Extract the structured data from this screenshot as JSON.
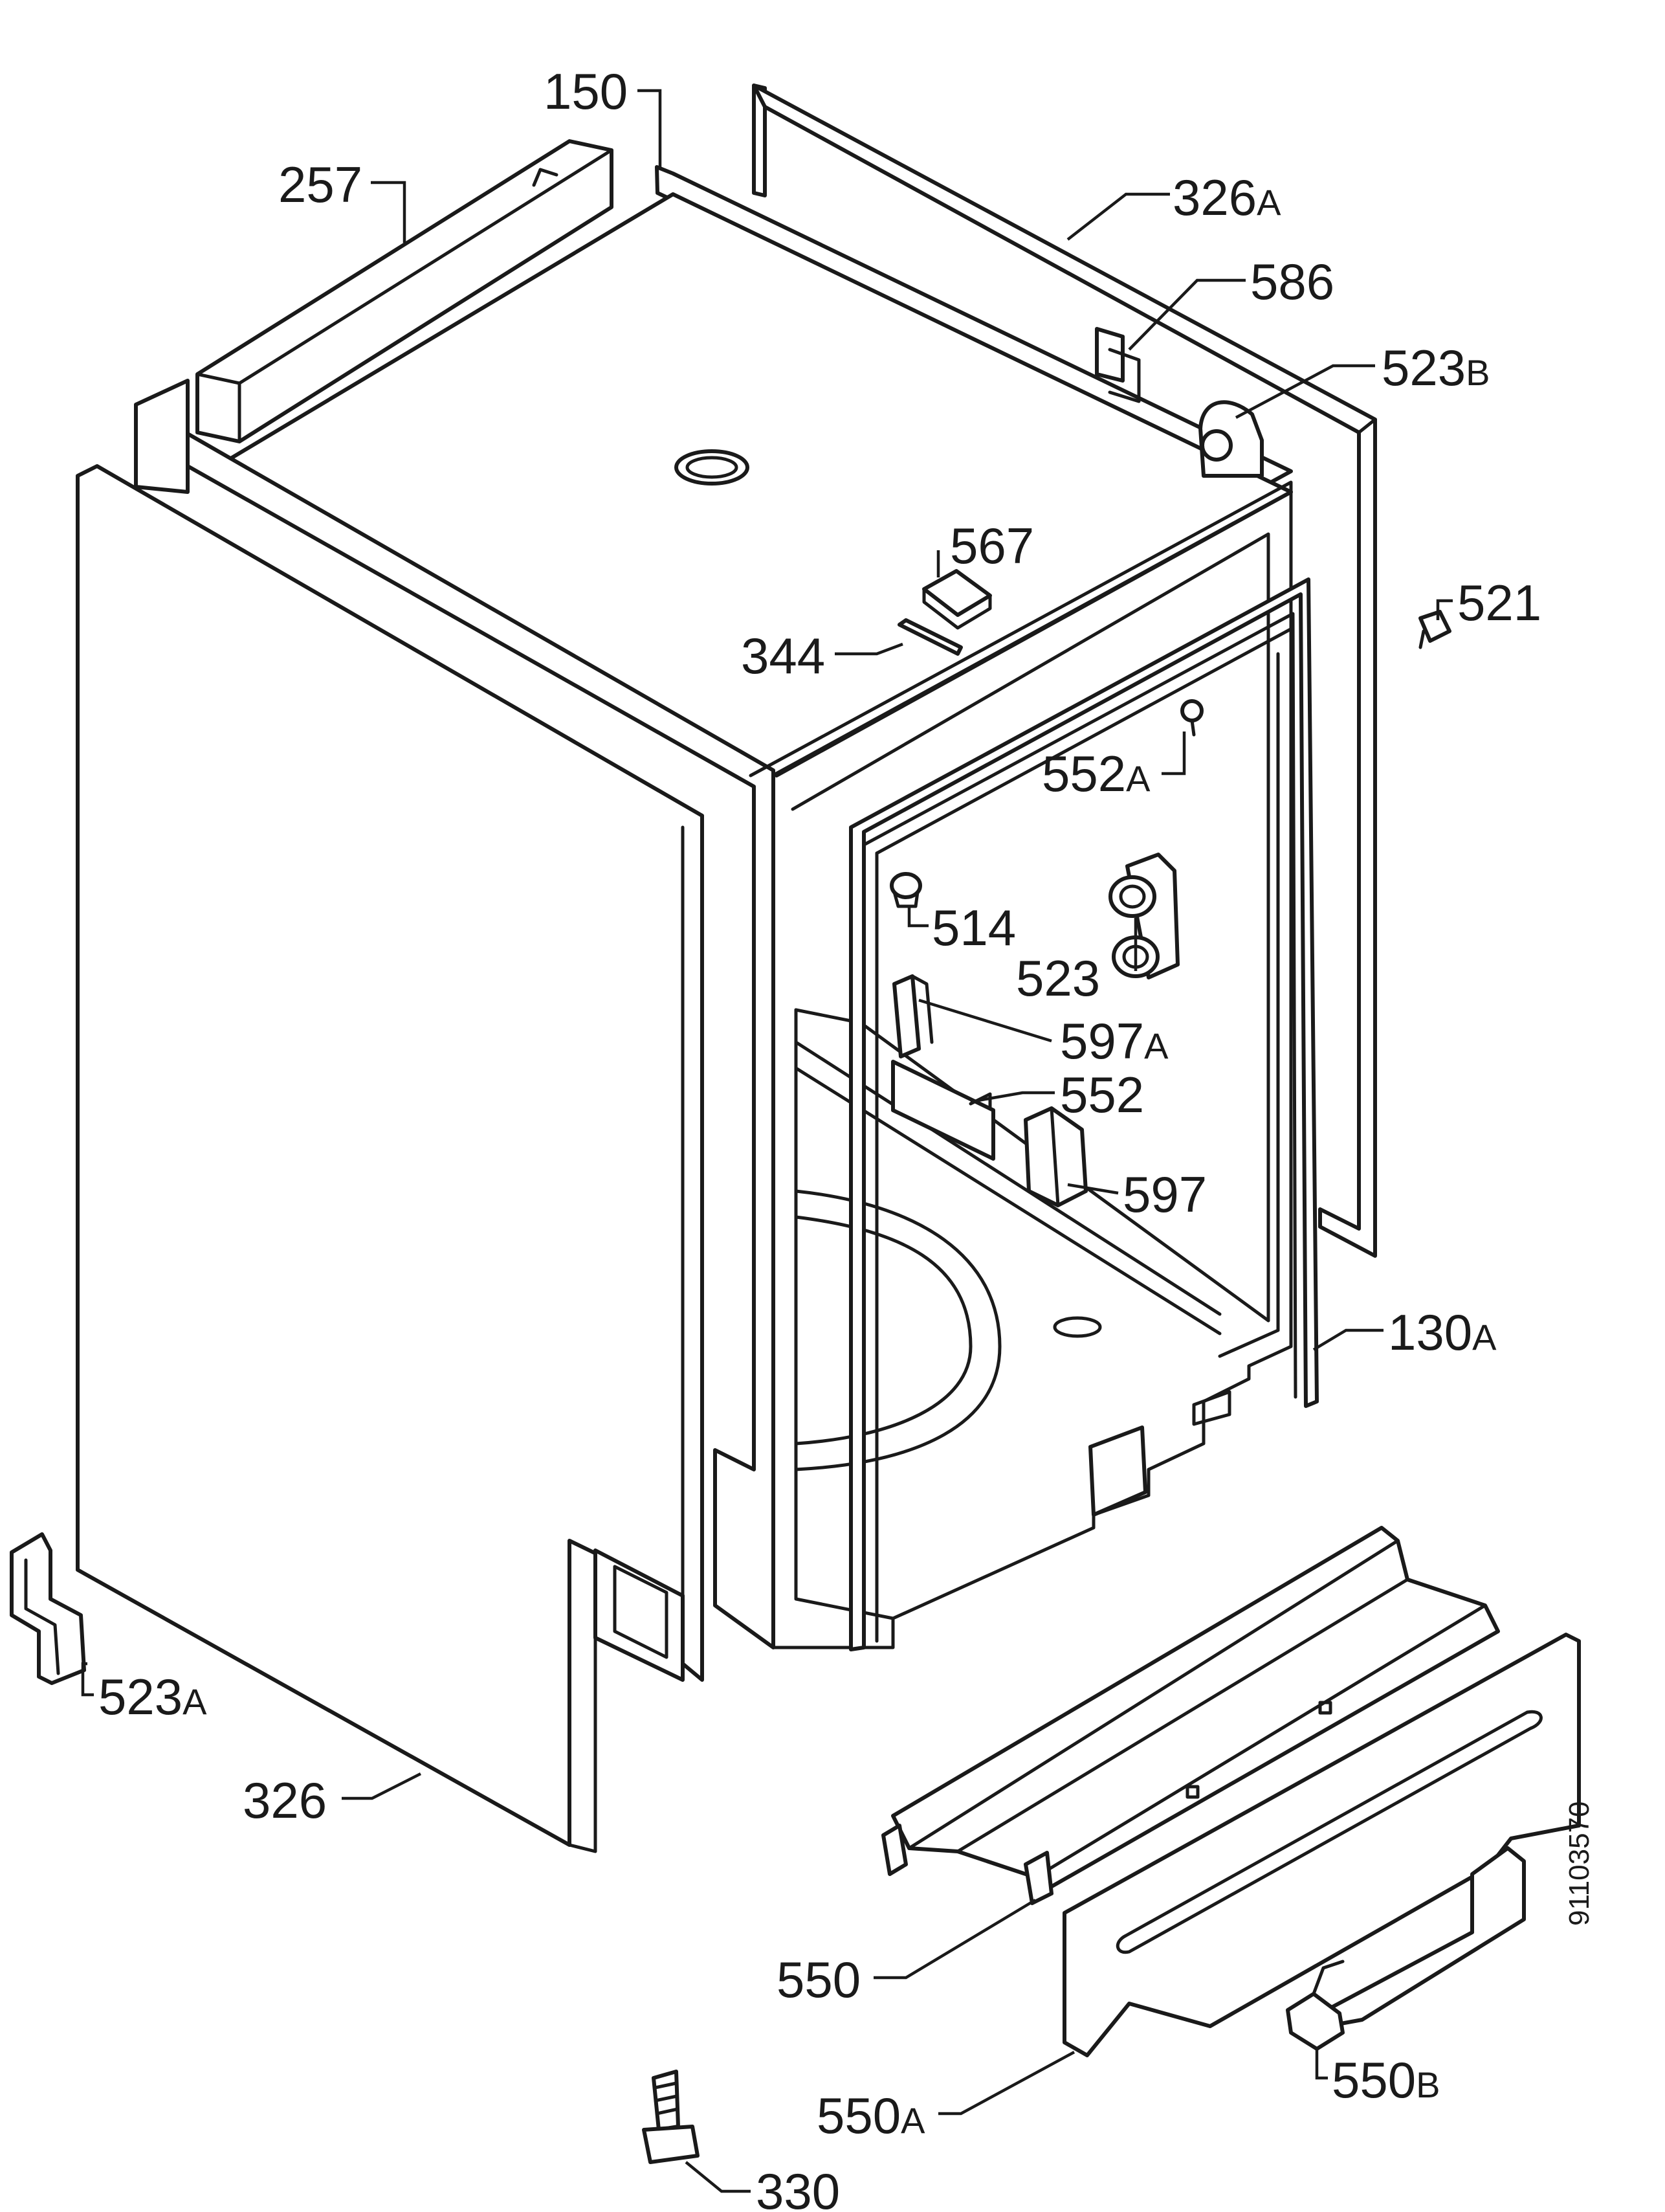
{
  "callouts": [
    {
      "id": "150",
      "num": "150",
      "sfx": ""
    },
    {
      "id": "257",
      "num": "257",
      "sfx": ""
    },
    {
      "id": "326A",
      "num": "326",
      "sfx": "A"
    },
    {
      "id": "586",
      "num": "586",
      "sfx": ""
    },
    {
      "id": "523B",
      "num": "523",
      "sfx": "B"
    },
    {
      "id": "567",
      "num": "567",
      "sfx": ""
    },
    {
      "id": "344",
      "num": "344",
      "sfx": ""
    },
    {
      "id": "521",
      "num": "521",
      "sfx": ""
    },
    {
      "id": "552A",
      "num": "552",
      "sfx": "A"
    },
    {
      "id": "514",
      "num": "514",
      "sfx": ""
    },
    {
      "id": "523",
      "num": "523",
      "sfx": ""
    },
    {
      "id": "597A",
      "num": "597",
      "sfx": "A"
    },
    {
      "id": "552",
      "num": "552",
      "sfx": ""
    },
    {
      "id": "597",
      "num": "597",
      "sfx": ""
    },
    {
      "id": "130A",
      "num": "130",
      "sfx": "A"
    },
    {
      "id": "523A",
      "num": "523",
      "sfx": "A"
    },
    {
      "id": "326",
      "num": "326",
      "sfx": ""
    },
    {
      "id": "550",
      "num": "550",
      "sfx": ""
    },
    {
      "id": "550A",
      "num": "550",
      "sfx": "A"
    },
    {
      "id": "550B",
      "num": "550",
      "sfx": "B"
    },
    {
      "id": "330",
      "num": "330",
      "sfx": ""
    }
  ],
  "document_number": "91103570",
  "colors": {
    "ink": "#1a1a1a",
    "paper": "#ffffff"
  }
}
